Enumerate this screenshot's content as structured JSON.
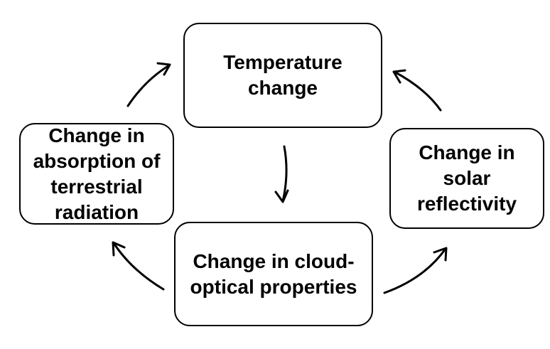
{
  "nodes": {
    "temperature_change": {
      "lines": [
        "Temperature",
        "change"
      ]
    },
    "absorption": {
      "lines": [
        "Change in",
        "absorption of",
        "terrestrial",
        "radiation"
      ]
    },
    "solar_reflectivity": {
      "lines": [
        "Change in",
        "solar",
        "reflectivity"
      ]
    },
    "cloud_optical": {
      "lines": [
        "Change in cloud-",
        "optical properties"
      ]
    }
  },
  "edges": [
    {
      "from": "temperature_change",
      "to": "cloud_optical"
    },
    {
      "from": "cloud_optical",
      "to": "absorption"
    },
    {
      "from": "absorption",
      "to": "temperature_change"
    },
    {
      "from": "cloud_optical",
      "to": "solar_reflectivity"
    },
    {
      "from": "solar_reflectivity",
      "to": "temperature_change"
    }
  ]
}
